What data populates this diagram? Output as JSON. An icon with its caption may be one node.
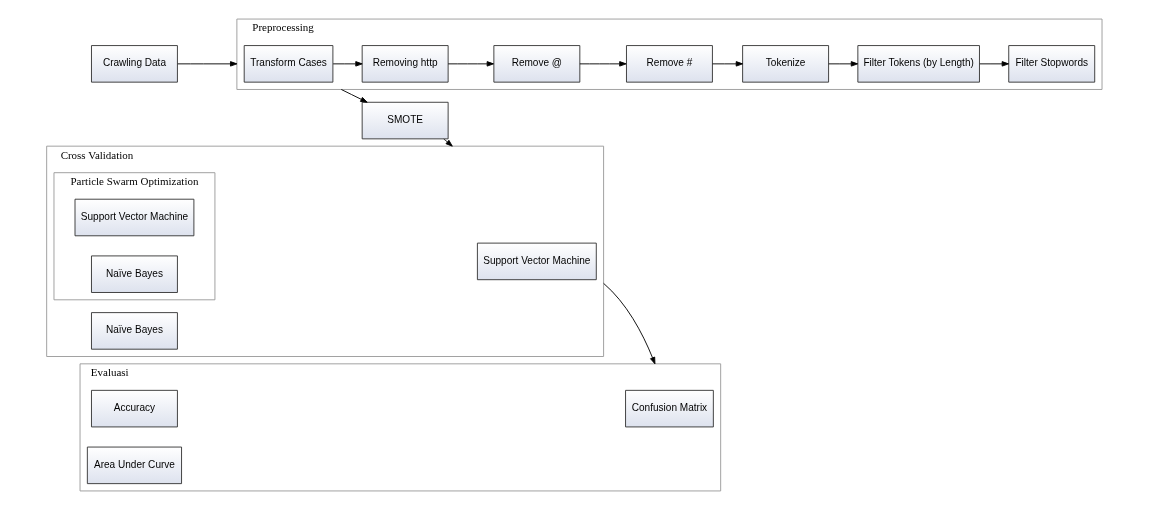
{
  "diagram": {
    "nodes": [
      {
        "text": [
          "Crawling Data"
        ]
      },
      {
        "text": [
          "Preprocessing"
        ]
      },
      {
        "text": [
          "Transform Cases"
        ],
        "in": 1
      },
      {
        "text": [
          "Removing http"
        ],
        "in": 1
      },
      {
        "text": [
          "Remove @"
        ],
        "in": 1
      },
      {
        "text": [
          "Remove #"
        ],
        "in": 1
      },
      {
        "text": [
          "Tokenize"
        ],
        "in": 1
      },
      {
        "text": [
          "Filter Tokens (by Length)"
        ],
        "in": 1
      },
      {
        "text": [
          "Filter Stopwords"
        ],
        "in": 1
      },
      {
        "text": [
          "SMOTE"
        ]
      },
      {
        "text": [
          "Cross Validation"
        ]
      },
      {
        "text": [
          "Support Vector Machine"
        ],
        "in": 10
      },
      {
        "text": [
          "Naïve Bayes"
        ],
        "in": 10
      },
      {
        "text": [
          "Particle Swarm Optimization"
        ],
        "in": 10
      },
      {
        "text": [
          "Support Vector Machine"
        ],
        "in": 13
      },
      {
        "text": [
          "Naïve Bayes"
        ],
        "in": 13
      },
      {
        "text": [
          "Evaluasi"
        ]
      },
      {
        "text": [
          "Confusion Matrix"
        ],
        "in": 16
      },
      {
        "text": [
          "Accuracy"
        ],
        "in": 16
      },
      {
        "text": [
          "Area Under Curve"
        ],
        "in": 16
      }
    ],
    "edges": [
      {
        "from": 0,
        "to": 1,
        "arrow": "to"
      },
      {
        "from": 2,
        "to": 3,
        "arrow": "to"
      },
      {
        "from": 3,
        "to": 4,
        "arrow": "to"
      },
      {
        "from": 4,
        "to": 5,
        "arrow": "to"
      },
      {
        "from": 5,
        "to": 6,
        "arrow": "to"
      },
      {
        "from": 6,
        "to": 7,
        "arrow": "to"
      },
      {
        "from": 7,
        "to": 8,
        "arrow": "to"
      },
      {
        "from": 1,
        "to": 9,
        "arrow": "to"
      },
      {
        "from": 9,
        "to": 10,
        "arrow": "to"
      },
      {
        "from": 10,
        "to": 16,
        "arrow": "to"
      }
    ]
  }
}
